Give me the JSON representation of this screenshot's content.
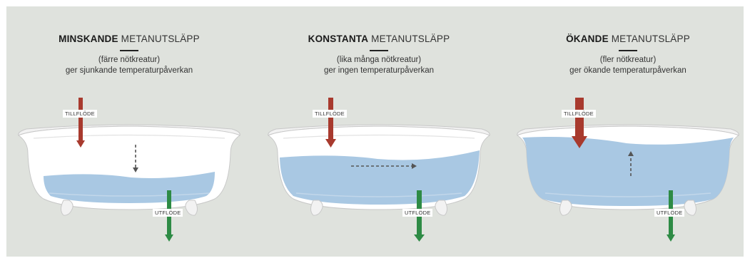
{
  "panels": [
    {
      "title_bold": "MINSKANDE",
      "title_rest": " METANUTSLÄPP",
      "subtitle_line1": "(färre nötkreatur)",
      "subtitle_line2": "ger sjunkande temperaturpåverkan",
      "inflow_label": "TILLFLÖDE",
      "outflow_label": "UTFLÖDE",
      "water_level": "low",
      "trend": "down"
    },
    {
      "title_bold": "KONSTANTA",
      "title_rest": " METANUTSLÄPP",
      "subtitle_line1": "(lika många nötkreatur)",
      "subtitle_line2": "ger ingen temperaturpåverkan",
      "inflow_label": "TILLFLÖDE",
      "outflow_label": "UTFLÖDE",
      "water_level": "medium",
      "trend": "steady"
    },
    {
      "title_bold": "ÖKANDE",
      "title_rest": " METANUTSLÄPP",
      "subtitle_line1": "(fler nötkreatur)",
      "subtitle_line2": "ger ökande temperaturpåverkan",
      "inflow_label": "TILLFLÖDE",
      "outflow_label": "UTFLÖDE",
      "water_level": "high",
      "trend": "up"
    }
  ],
  "colors": {
    "background": "#dfe2dd",
    "inflow": "#a83a2e",
    "outflow": "#2e8b45",
    "water": "#a9c8e3",
    "trend_arrow": "#555555"
  }
}
